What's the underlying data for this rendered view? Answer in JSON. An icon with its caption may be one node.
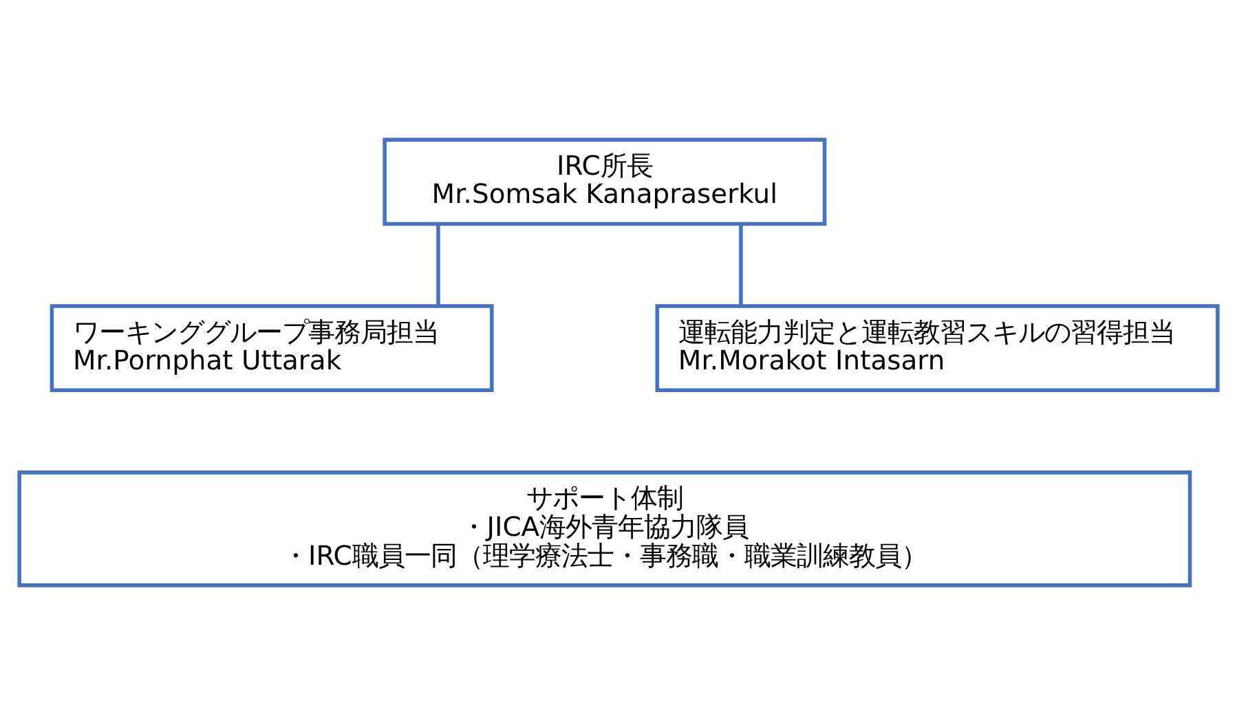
{
  "diagram": {
    "nodes": [
      {
        "text": [
          "IRC所長",
          "Mr.Somsak Kanapraserkul"
        ]
      },
      {
        "text": [
          "ワーキンググループ事務局担当",
          "Mr.Pornphat Uttarak"
        ]
      },
      {
        "text": [
          "運転能力判定と運転教習スキルの習得担当",
          "Mr.Morakot Intasarn"
        ]
      },
      {
        "text": [
          "サポート体制",
          "・JICA海外青年協力隊員",
          "・IRC職員一同（理学療法士・事務職・職業訓練教員）"
        ]
      }
    ],
    "edges": [
      {
        "from": 0,
        "to": 1,
        "arrow": "none"
      },
      {
        "from": 0,
        "to": 2,
        "arrow": "none"
      }
    ]
  }
}
